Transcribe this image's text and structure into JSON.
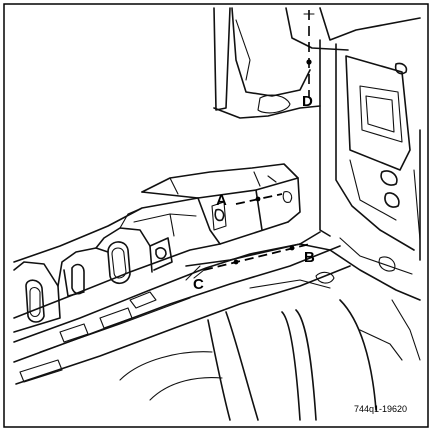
{
  "diagram": {
    "point_labels": [
      "A",
      "B",
      "C",
      "D"
    ],
    "reference": "744q1-19620"
  }
}
